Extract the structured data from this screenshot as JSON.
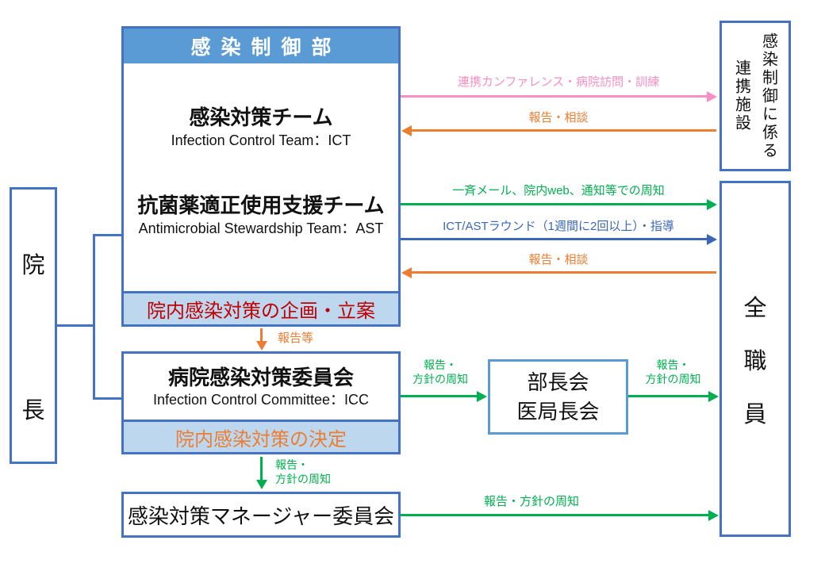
{
  "colors": {
    "border-blue": "#4472C4",
    "header-blue": "#5B9BD5",
    "bar-fill": "#BDD7EE",
    "chiefs-border": "#5B9BD5",
    "red": "#C00000",
    "orange": "#ED7D31",
    "green": "#00B050",
    "pink": "#F78FC4",
    "arrow-blue": "#3A67B5"
  },
  "director": {
    "char1": "院",
    "char2": "長"
  },
  "dept": {
    "header": "感染制御部",
    "ict_title": "感染対策チーム",
    "ict_subtitle": "Infection Control Team：ICT",
    "ast_title": "抗菌薬適正使用支援チーム",
    "ast_subtitle": "Antimicrobial Stewardship Team：AST",
    "footer": "院内感染対策の企画・立案"
  },
  "icc": {
    "title": "病院感染対策委員会",
    "subtitle": "Infection Control Committee：ICC",
    "footer": "院内感染対策の決定"
  },
  "manager": {
    "title": "感染対策マネージャー委員会"
  },
  "chiefs": {
    "line1": "部長会",
    "line2": "医局長会"
  },
  "partner": {
    "line1": "感染制御に係る",
    "line2": "連携施設"
  },
  "staff": {
    "char1": "全",
    "char2": "職",
    "char3": "員"
  },
  "labels": {
    "conference": "連携カンファレンス・病院訪問・訓練",
    "report_consult_top": "報告・相談",
    "mass_notify": "一斉メール、院内web、通知等での周知",
    "rounds": "ICT/ASTラウンド（1週間に2回以上）・指導",
    "report_consult_mid": "報告・相談",
    "report_etc": "報告等",
    "report_short": "報告・",
    "policy_short": "方針の周知",
    "report_policy": "報告・方針の周知"
  }
}
